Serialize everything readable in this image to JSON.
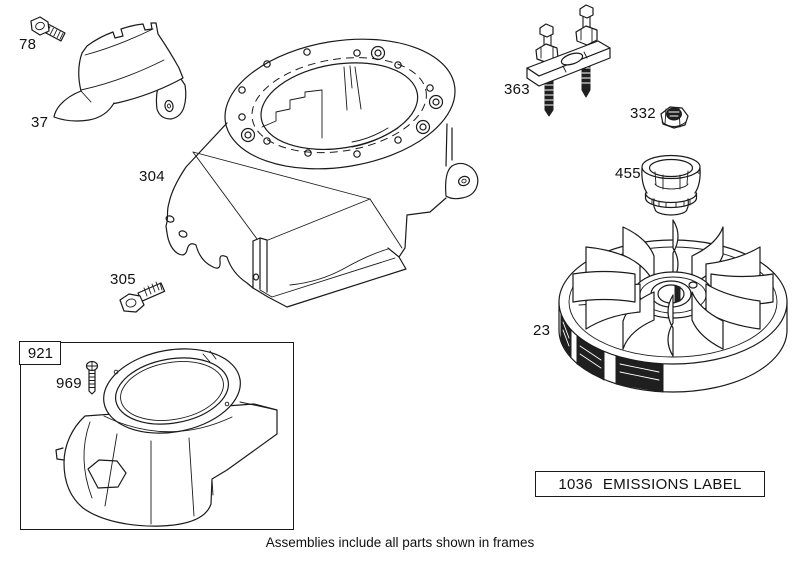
{
  "diagram": {
    "title_caption": "Assemblies include all parts shown in frames",
    "colors": {
      "background": "#ffffff",
      "line": "#1a1a1a",
      "shading": "#1f1f1f"
    },
    "labels": {
      "bolt_78": "78",
      "guard_37": "37",
      "blower_housing_304": "304",
      "screw_305": "305",
      "flywheel_puller_363": "363",
      "flywheel_nut_332": "332",
      "starter_cup_455": "455",
      "flywheel_23": "23",
      "cover_assembly_921": "921",
      "screw_969": "969"
    },
    "emissions_label": {
      "number": "1036",
      "text": "EMISSIONS LABEL"
    }
  }
}
